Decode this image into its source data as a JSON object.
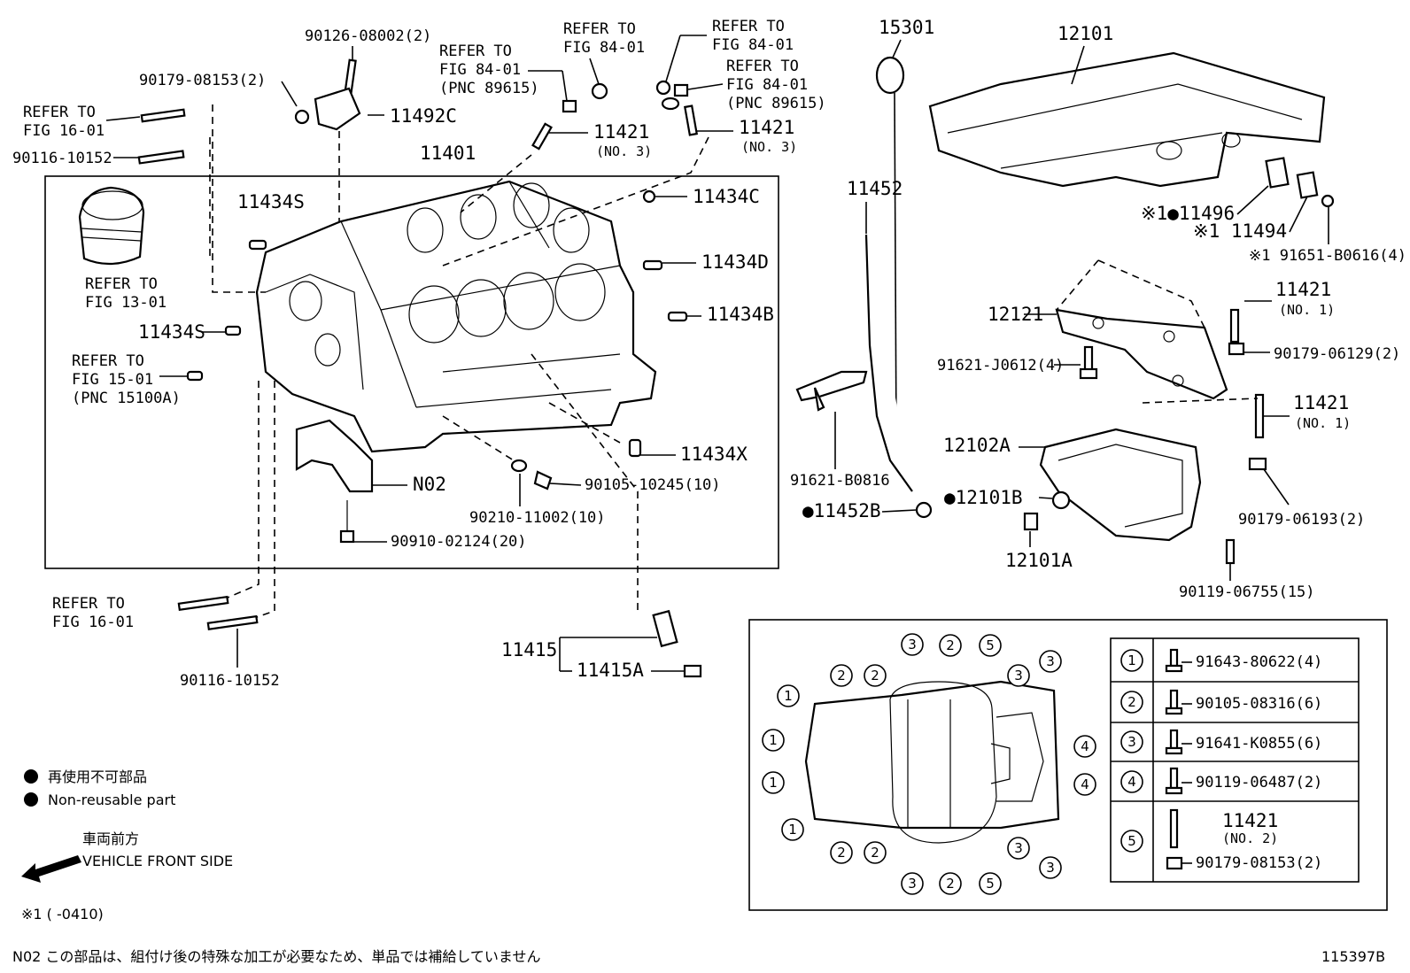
{
  "labels": {
    "p90126": "90126-08002(2)",
    "p90179_08153": "90179-08153(2)",
    "ref16_a1": "REFER TO",
    "ref16_a2": "FIG 16-01",
    "p90116_top": "90116-10152",
    "p11492c": "11492C",
    "ref84_a1": "REFER TO",
    "ref84_a2": "FIG 84-01",
    "ref84_a3": "(PNC 89615)",
    "ref84_b1": "REFER TO",
    "ref84_b2": "FIG 84-01",
    "ref84_c1": "REFER TO",
    "ref84_c2": "FIG 84-01",
    "ref84_d1": "REFER TO",
    "ref84_d2": "FIG 84-01",
    "ref84_d3": "(PNC 89615)",
    "p11421_a": "11421",
    "p11421_a_sub": "(NO. 3)",
    "p11421_b": "11421",
    "p11421_b_sub": "(NO. 3)",
    "p11401": "11401",
    "p11434s_top": "11434S",
    "p11434c": "11434C",
    "p11434d": "11434D",
    "p11434b": "11434B",
    "ref13_1": "REFER TO",
    "ref13_2": "FIG 13-01",
    "p11434s_mid": "11434S",
    "ref15_1": "REFER TO",
    "ref15_2": "FIG 15-01",
    "ref15_3": "(PNC 15100A)",
    "p11434x": "11434X",
    "pN02": "N02",
    "p90105_10245": "90105-10245(10)",
    "p90210": "90210-11002(10)",
    "p90910": "90910-02124(20)",
    "ref16_b1": "REFER TO",
    "ref16_b2": "FIG 16-01",
    "p90116_bot": "90116-10152",
    "p11415": "11415",
    "p11415a": "11415A",
    "p15301": "15301",
    "p11452": "11452",
    "p91621_b0816": "91621-B0816",
    "p11452b": "●11452B",
    "p12101": "12101",
    "p11496": "※1●11496",
    "p11494": "※1  11494",
    "p91651": "※1  91651-B0616(4)",
    "p12121": "12121",
    "p11421_no1_a": "11421",
    "p11421_no1_a_sub": "(NO. 1)",
    "p91621_j0612": "91621-J0612(4)",
    "p90179_06129": "90179-06129(2)",
    "p11421_no1_b": "11421",
    "p11421_no1_b_sub": "(NO. 1)",
    "p12102a": "12102A",
    "p12101b": "●12101B",
    "p12101a": "12101A",
    "p90179_06193": "90179-06193(2)",
    "p90119_06755": "90119-06755(15)"
  },
  "bolt_table": [
    {
      "num": "1",
      "part": "91643-80622(4)"
    },
    {
      "num": "2",
      "part": "90105-08316(6)"
    },
    {
      "num": "3",
      "part": "91641-K0855(6)"
    },
    {
      "num": "4",
      "part": "90119-06487(2)"
    },
    {
      "num": "5",
      "part": "11421",
      "sub": "(NO. 2)",
      "part2": "90179-08153(2)"
    }
  ],
  "callout_nums": {
    "c1": "1",
    "c2": "2",
    "c3": "3",
    "c4": "4",
    "c5": "5"
  },
  "legend": {
    "nonreusable_jp": "再使用不可部品",
    "nonreusable_en": "Non-reusable part",
    "front_jp": "車両前方",
    "front_en": "VEHICLE FRONT SIDE",
    "note1": "※1  (        -0410)",
    "note_n02": "N02  この部品は、組付け後の特殊な加工が必要なため、単品では補給していません",
    "figure_id": "115397B"
  }
}
